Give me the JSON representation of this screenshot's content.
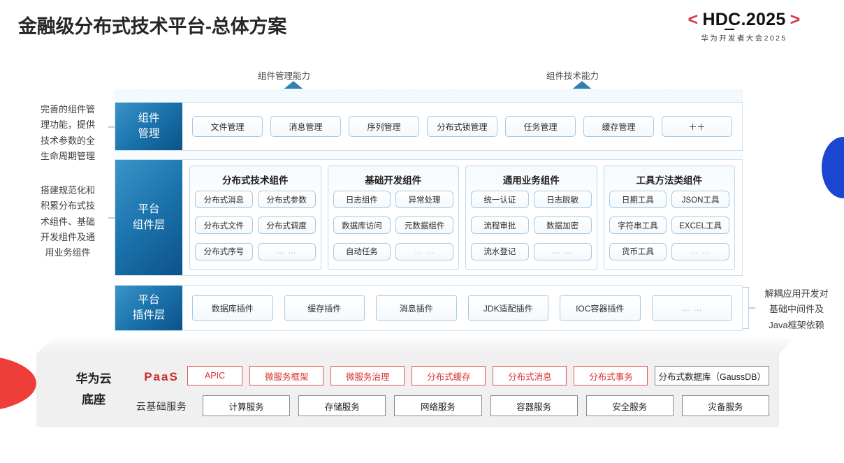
{
  "header": {
    "title": "金融级分布式技术平台-总体方案",
    "logo_bracket_left": "<",
    "logo_bracket_right": ">",
    "logo_main": "HDC.2025",
    "logo_sub": "华为开发者大会2025"
  },
  "arrows": [
    {
      "label": "组件管理能力"
    },
    {
      "label": "组件技术能力"
    }
  ],
  "left_notes": [
    "完善的组件管\n理功能，提供\n技术参数的全\n生命周期管理",
    "搭建规范化和\n积累分布式技\n术组件、基础\n开发组件及通\n用业务组件"
  ],
  "right_notes": [
    "解耦应用开发对\n基础中间件及\nJava框架依赖"
  ],
  "rows": {
    "component": {
      "label": "组件\n管理",
      "label_l1": "组件",
      "label_l2": "管理",
      "chips": [
        "文件管理",
        "消息管理",
        "序列管理",
        "分布式锁管理",
        "任务管理",
        "缓存管理",
        "＋＋"
      ]
    },
    "platform": {
      "label_l1": "平台",
      "label_l2": "组件层",
      "groups": [
        {
          "title": "分布式技术组件",
          "items": [
            "分布式消息",
            "分布式参数",
            "分布式文件",
            "分布式调度",
            "分布式序号",
            "… …"
          ]
        },
        {
          "title": "基础开发组件",
          "items": [
            "日志组件",
            "异常处理",
            "数据库访问",
            "元数据组件",
            "自动任务",
            "… …"
          ]
        },
        {
          "title": "通用业务组件",
          "items": [
            "统一认证",
            "日志脱敏",
            "流程审批",
            "数据加密",
            "流水登记",
            "… …"
          ]
        },
        {
          "title": "工具方法类组件",
          "items": [
            "日期工具",
            "JSON工具",
            "字符串工具",
            "EXCEL工具",
            "货币工具",
            "… …"
          ]
        }
      ]
    },
    "plugin": {
      "label_l1": "平台",
      "label_l2": "插件层",
      "chips": [
        "数据库插件",
        "缓存插件",
        "消息插件",
        "JDK适配插件",
        "IOC容器插件",
        "… …"
      ]
    }
  },
  "foundation": {
    "title_l1": "华为云",
    "title_l2": "底座",
    "paas_label": "PaaS",
    "cloudbase_label": "云基础服务",
    "paas_items": [
      {
        "text": "APIC",
        "style": "red",
        "flex": 0.72
      },
      {
        "text": "微服务框架",
        "style": "red",
        "flex": 1
      },
      {
        "text": "微服务治理",
        "style": "red",
        "flex": 1
      },
      {
        "text": "分布式缓存",
        "style": "red",
        "flex": 1
      },
      {
        "text": "分布式消息",
        "style": "red",
        "flex": 1
      },
      {
        "text": "分布式事务",
        "style": "red",
        "flex": 1
      },
      {
        "text": "分布式数据库（GaussDB）",
        "style": "grey",
        "flex": 1.55
      }
    ],
    "base_items": [
      "计算服务",
      "存储服务",
      "网络服务",
      "容器服务",
      "安全服务",
      "灾备服务"
    ]
  },
  "colors": {
    "accent_blue": "#1c74ad",
    "accent_red": "#d6332f",
    "logo_red": "#d8373f",
    "chip_border": "#a7c9e4",
    "slab_bg": "#f0f0f0"
  }
}
